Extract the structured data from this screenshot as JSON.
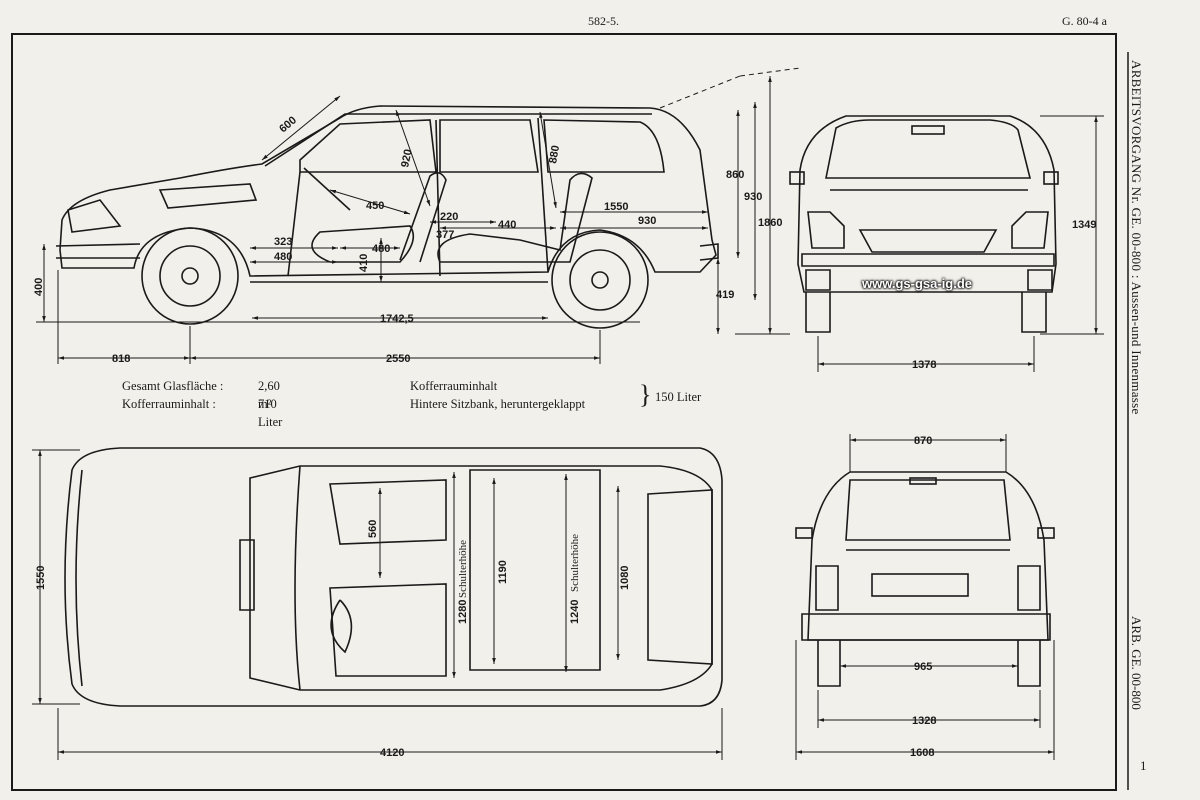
{
  "header": {
    "page_number": "582-5.",
    "sheet_id": "G. 80-4 a"
  },
  "side_margin": {
    "title": "ARBEITSVORGANG Nr. GE. 00-800 : Aussen-und Innenmasse",
    "reference": "ARB. GE. 00-800",
    "page": "1"
  },
  "watermark": "www.gs-gsa-ig.de",
  "legend": {
    "glass_label": "Gesamt Glasfläche :",
    "glass_value": "2,60 m²",
    "trunk_label": "Kofferrauminhalt :",
    "trunk_value": "710 Liter",
    "trunk2_label": "Kofferrauminhalt",
    "rear_seat_label": "Hintere Sitzbank, heruntergeklappt",
    "combined_value": "150 Liter"
  },
  "side_view_dims": {
    "d600": "600",
    "d920": "920",
    "d880": "880",
    "d860": "860",
    "d930v": "930",
    "d1860": "1860",
    "d450": "450",
    "d1550": "1550",
    "d220": "220",
    "d377": "377",
    "d440": "440",
    "d930h": "930",
    "d323": "323",
    "d480a": "480",
    "d480b": "480",
    "d410": "410",
    "d400": "400",
    "d419": "419",
    "d1742": "1742,5",
    "d818": "818",
    "d2550": "2550"
  },
  "front_view_dims": {
    "d1349": "1349",
    "d1378": "1378"
  },
  "top_view_dims": {
    "d1550": "1550",
    "d560": "560",
    "d1280": "1280",
    "shoulder1": "Schulterhöhe",
    "d1190": "1190",
    "d1240": "1240",
    "shoulder2": "Schulterhöhe",
    "d1080": "1080",
    "d4120": "4120"
  },
  "rear_view_dims": {
    "d870": "870",
    "d965": "965",
    "d1328": "1328",
    "d1608": "1608"
  }
}
